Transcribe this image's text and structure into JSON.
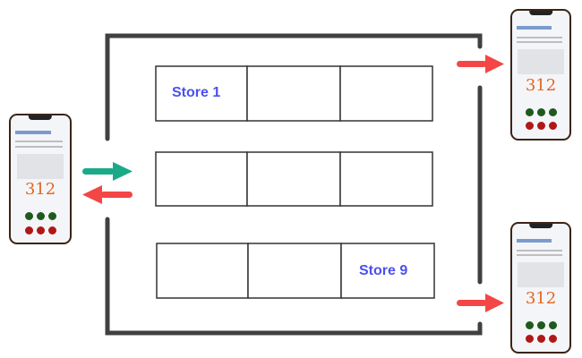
{
  "stores": {
    "first_label": "Store 1",
    "last_label": "Store 9"
  },
  "phone": {
    "display_number": "312"
  },
  "colors": {
    "wall": "#404040",
    "inbound_arrow": "#1aaa88",
    "outbound_arrow": "#f44646",
    "store_label": "#4a50f0",
    "accept_button": "#1e5a1e",
    "reject_button": "#b01818"
  }
}
